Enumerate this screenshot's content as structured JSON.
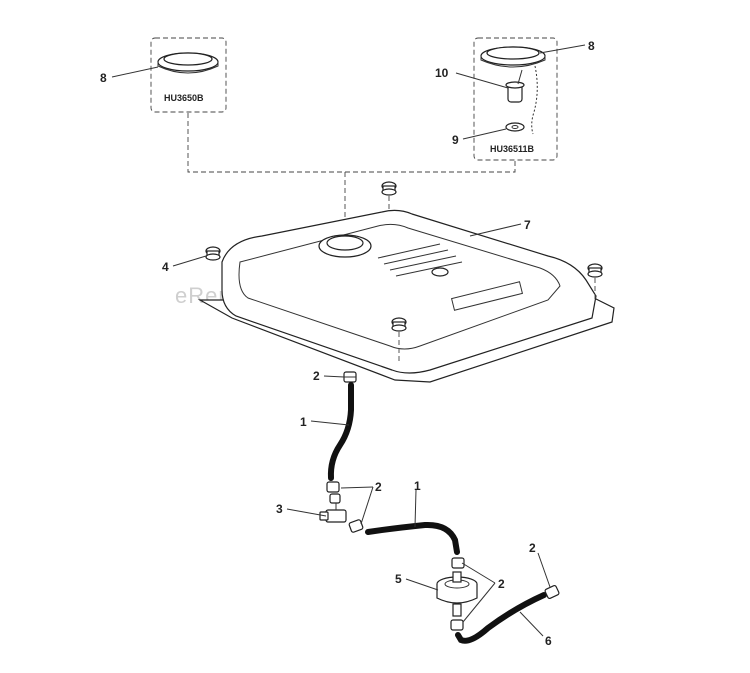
{
  "watermark": "eReplacementParts.com",
  "kits": {
    "left_code": "HU3650B",
    "right_code": "HU36511B"
  },
  "callouts": {
    "cap_left": "8",
    "cap_right": "8",
    "valve": "10",
    "gasket": "9",
    "tank": "7",
    "grommet": "4",
    "clamp_top": "2",
    "hose_upper": "1",
    "tee": "3",
    "clamp_mid": "2",
    "hose_middle": "1",
    "filter": "5",
    "clamp_filter": "2",
    "clamp_right": "2",
    "hose_lower": "6"
  }
}
